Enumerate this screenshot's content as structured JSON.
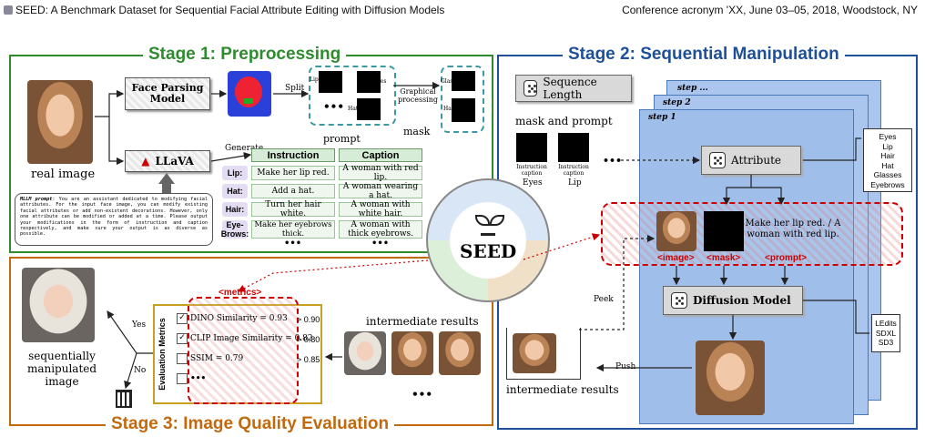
{
  "header": {
    "title": "SEED: A Benchmark Dataset for Sequential Facial Attribute Editing with Diffusion Models",
    "conference": "Conference acronym 'XX, June 03–05, 2018, Woodstock, NY"
  },
  "stage1": {
    "title": "Stage 1: Preprocessing",
    "face_parsing": "Face Parsing Model",
    "llava": "LLaVA",
    "split": "Split",
    "graphical": "Graphical processing",
    "mask": "mask",
    "generate": "Generate",
    "prompt": "prompt",
    "real_image": "real image",
    "mask_labels": [
      "Lip",
      "Eyes",
      "Hat",
      "Glasses",
      "Hat"
    ],
    "mllm_prompt_label": "MLLM prompt",
    "mllm_prompt_text": ": You are an assistant dedicated to modifying facial attributes. For the input face image, you can modify existing facial attributes or add non-existent decorations. However, only one attribute can be modified or added at a time. Please output your modifications in the form of instruction and caption respectively, and make sure your output is as diverse as possible.",
    "table": {
      "headers": [
        "Instruction",
        "Caption"
      ],
      "rows": [
        {
          "label": "Lip:",
          "instruction": "Make her lip red.",
          "caption": "A woman with red lip."
        },
        {
          "label": "Hat:",
          "instruction": "Add a hat.",
          "caption": "A woman wearing a hat."
        },
        {
          "label": "Hair:",
          "instruction": "Turn her hair white.",
          "caption": "A woman with white hair."
        },
        {
          "label": "Eye-Brows:",
          "instruction": "Make her eyebrows thick.",
          "caption": "A woman with thick eyebrows."
        }
      ]
    }
  },
  "stage2": {
    "title": "Stage 2: Sequential Manipulation",
    "sequence_length": "Sequence Length",
    "steps": [
      "step ...",
      "step 2",
      "step 1"
    ],
    "mask_and_prompt": "mask and prompt",
    "thumb_caption": "Instruction caption",
    "thumb_labels": [
      "Eyes",
      "Lip"
    ],
    "attribute": "Attribute",
    "attr_list": [
      "Eyes",
      "Lip",
      "Hair",
      "Hat",
      "Glasses",
      "Eyebrows"
    ],
    "edit_text": "Make her lip red. / A woman with red lip.",
    "tag_image": "<image>",
    "tag_mask": "<mask>",
    "tag_prompt": "<prompt>",
    "diffusion": "Diffusion Model",
    "models": [
      "LEdits",
      "SDXL",
      "SD3"
    ],
    "peek": "Peek",
    "push": "Push",
    "intermediate": "intermediate results"
  },
  "stage3": {
    "title": "Stage 3: Image Quality Evaluation",
    "metrics_tag": "<metrics>",
    "eval_label": "Evaluation Metrics",
    "metrics": [
      {
        "name": "DINO Similarity = 0.93",
        "threshold": "> 0.90"
      },
      {
        "name": "CLIP Image Similarity = 0.82",
        "threshold": "> 0.80"
      },
      {
        "name": "SSIM = 0.79",
        "threshold": "> 0.85"
      }
    ],
    "yes": "Yes",
    "no": "No",
    "sequential": "sequentially manipulated image",
    "intermediate": "intermediate results",
    "dots": "•••"
  },
  "center": {
    "label": "SEED"
  },
  "colors": {
    "stage1": "#2e8b2e",
    "stage2": "#1f4f9a",
    "stage3": "#c06a10",
    "step_fill": "#aac6ee",
    "red": "#cc0000"
  }
}
